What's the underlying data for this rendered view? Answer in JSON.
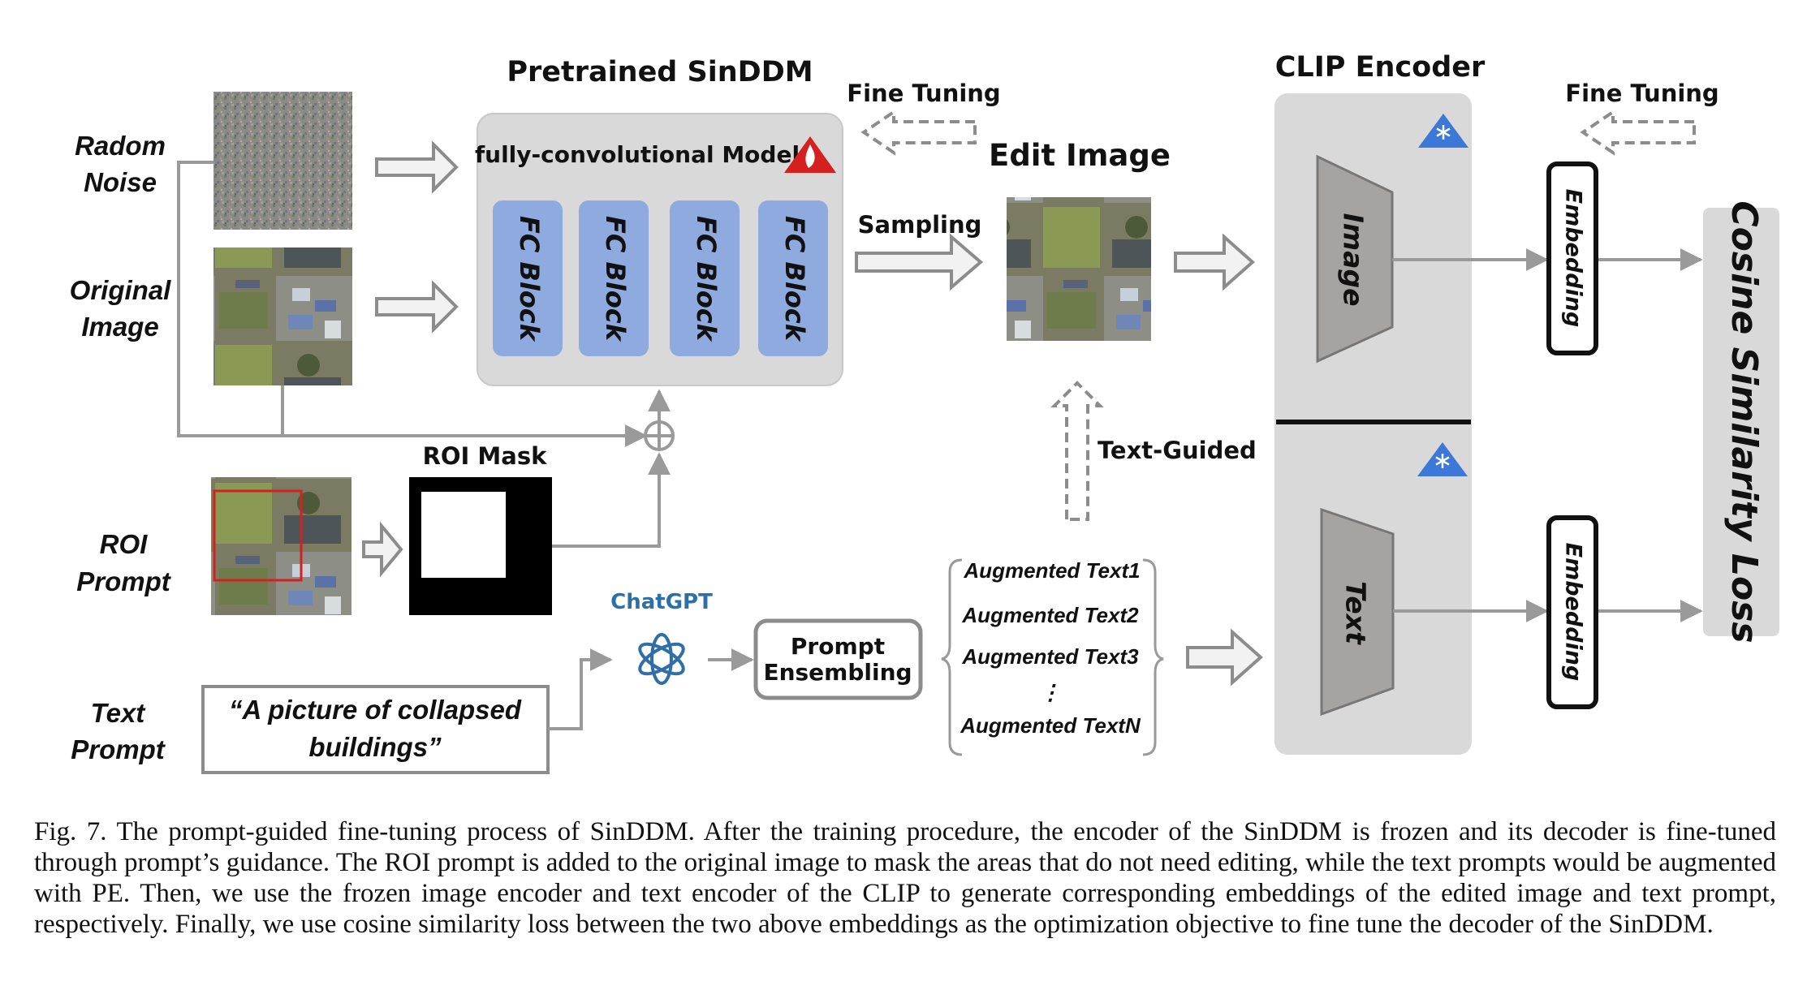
{
  "diagram": {
    "inputs": {
      "random_noise": [
        "Radom",
        "Noise"
      ],
      "original_image": [
        "Original",
        "Image"
      ],
      "roi_prompt": [
        "ROI",
        "Prompt"
      ],
      "text_prompt": [
        "Text",
        "Prompt"
      ]
    },
    "pretrained_title": "Pretrained SinDDM",
    "model_label": "fully-convolutional Model",
    "fc_blocks": [
      "FC Block",
      "FC Block",
      "FC Block",
      "FC Block"
    ],
    "fine_tuning_left": "Fine Tuning",
    "fine_tuning_right": "Fine Tuning",
    "sampling": "Sampling",
    "edit_image": "Edit Image",
    "clip_title": "CLIP Encoder",
    "clip_image": "Image",
    "clip_text": "Text",
    "embedding_top": "Embedding",
    "embedding_bottom": "Embedding",
    "loss": "Cosine Similarity Loss",
    "roi_mask": "ROI Mask",
    "chatgpt": "ChatGPT",
    "prompt_ensembling": [
      "Prompt",
      "Ensembling"
    ],
    "text_prompt_quote": [
      "“A picture of collapsed",
      "buildings”"
    ],
    "text_guided": "Text-Guided",
    "augmented_texts": [
      "Augmented Text1",
      "Augmented Text2",
      "Augmented Text3",
      "⋮",
      "Augmented TextN"
    ],
    "colors": {
      "fc_block": "#8eaadf",
      "panel": "#d9d9d9",
      "clip_shape": "#a6a3a3",
      "fire": "#d62020",
      "frozen": "#3c78d8",
      "chatgpt": "#2f6fa8"
    }
  },
  "caption": "Fig. 7.  The prompt-guided fine-tuning process of SinDDM. After the training procedure, the encoder of the SinDDM is frozen and its decoder is fine-tuned through prompt’s guidance. The ROI prompt is added to the original image to mask the areas that do not need editing, while the text prompts would be augmented with PE. Then, we use the frozen image encoder and text encoder of the CLIP to generate corresponding embeddings of the edited image and text prompt, respectively. Finally, we use cosine similarity loss between the two above embeddings as the optimization objective to fine tune the decoder of the SinDDM."
}
